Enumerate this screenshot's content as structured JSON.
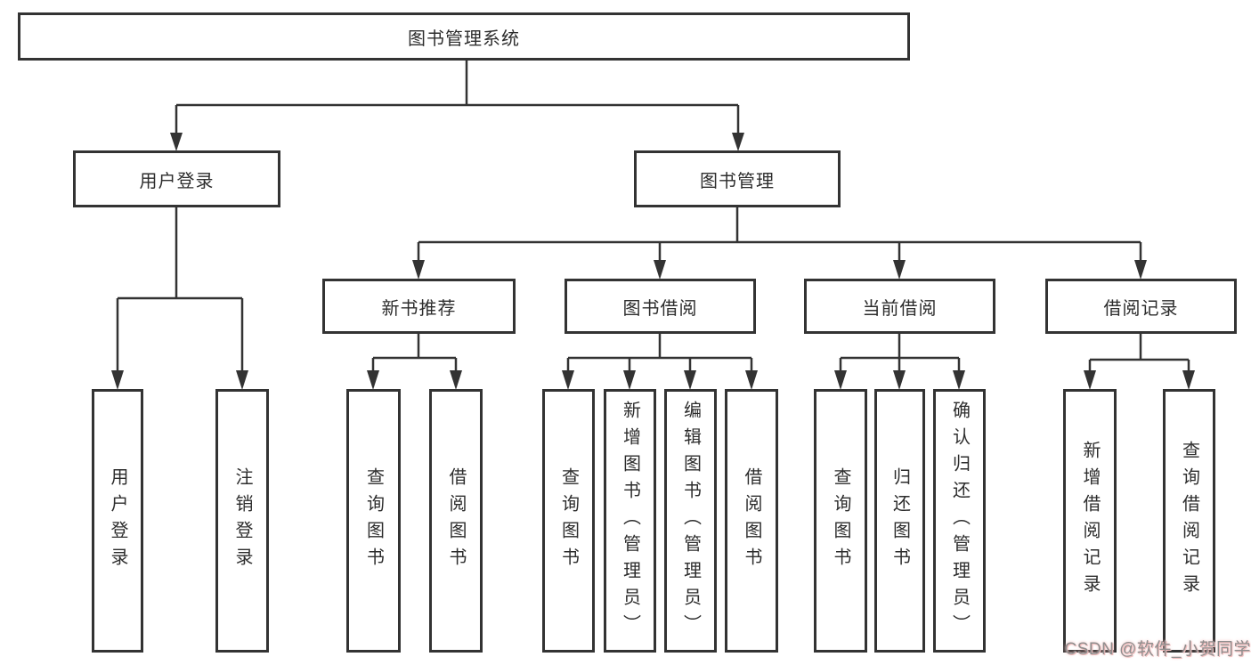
{
  "nodes": {
    "root": "图书管理系统",
    "user_login": "用户登录",
    "book_mgmt": "图书管理",
    "new_books": "新书推荐",
    "borrow": "图书借阅",
    "current": "当前借阅",
    "records": "借阅记录",
    "leaf_user_login": "用户登录",
    "leaf_logout": "注销登录",
    "leaf_nb_query": "查询图书",
    "leaf_nb_borrow": "借阅图书",
    "leaf_bw_query": "查询图书",
    "leaf_bw_add": "新增图书（管理员）",
    "leaf_bw_edit": "编辑图书（管理员）",
    "leaf_bw_borrow": "借阅图书",
    "leaf_cur_query": "查询图书",
    "leaf_cur_return": "归还图书",
    "leaf_cur_confirm": "确认归还（管理员）",
    "leaf_rec_add": "新增借阅记录",
    "leaf_rec_query": "查询借阅记录"
  },
  "watermark": {
    "text": "CSDN @软件_小贺同学"
  },
  "colors": {
    "line": "#333333",
    "box_border": "#333333",
    "background": "#ffffff",
    "watermark_text": "#8f8f8f",
    "watermark_glow": "#f2b4b4"
  }
}
